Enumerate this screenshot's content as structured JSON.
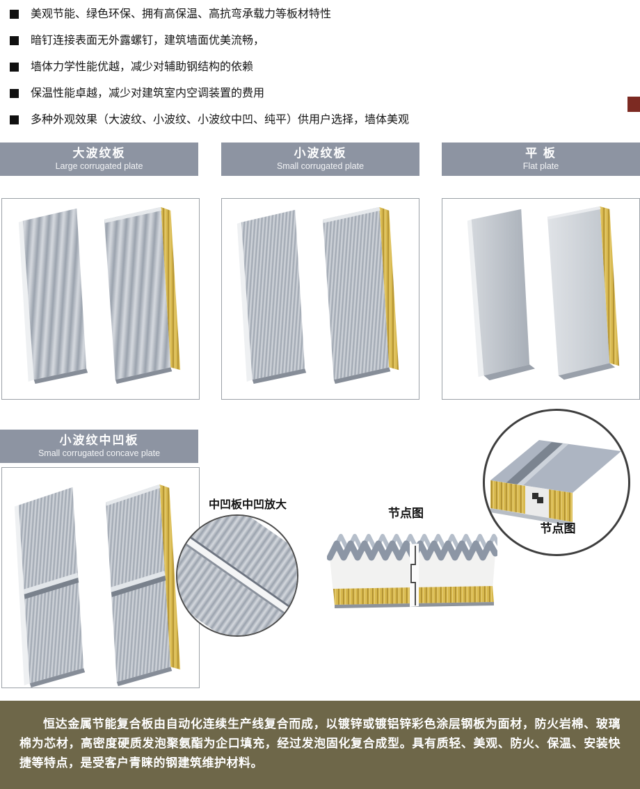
{
  "features": {
    "items": [
      "美观节能、绿色环保、拥有高保温、高抗弯承载力等板材特性",
      "暗钉连接表面无外露螺钉，建筑墙面优美流畅，",
      "墙体力学性能优越，减少对辅助钢结构的依赖",
      "保温性能卓越，减少对建筑室内空调装置的费用",
      "多种外观效果（大波纹、小波纹、小波纹中凹、纯平）供用户选择，墙体美观"
    ]
  },
  "sections": [
    {
      "cn": "大波纹板",
      "en": "Large corrugated plate"
    },
    {
      "cn": "小波纹板",
      "en": "Small corrugated plate"
    },
    {
      "cn": "平 板",
      "en": "Flat plate"
    },
    {
      "cn": "小波纹中凹板",
      "en": "Small corrugated concave plate"
    }
  ],
  "labels": {
    "concave_zoom": "中凹板中凹放大",
    "node_diagram_mid": "节点图",
    "node_diagram_circle": "节点图"
  },
  "footer": {
    "text": "恒达金属节能复合板由自动化连续生产线复合而成，以镀锌或镀铝锌彩色涂层钢板为面材，防火岩棉、玻璃棉为芯材，高密度硬质发泡聚氨酯为企口填充，经过发泡固化复合成型。具有质轻、美观、防火、保温、安装快捷等特点，是受客户青睐的钢建筑维护材料。"
  },
  "colors": {
    "banner": "#8d94a2",
    "footer_bg": "#6e6749",
    "rockwool": "#d8b94e",
    "panel_light": "#d2d6dc",
    "panel_dark": "#9aa2ad"
  }
}
